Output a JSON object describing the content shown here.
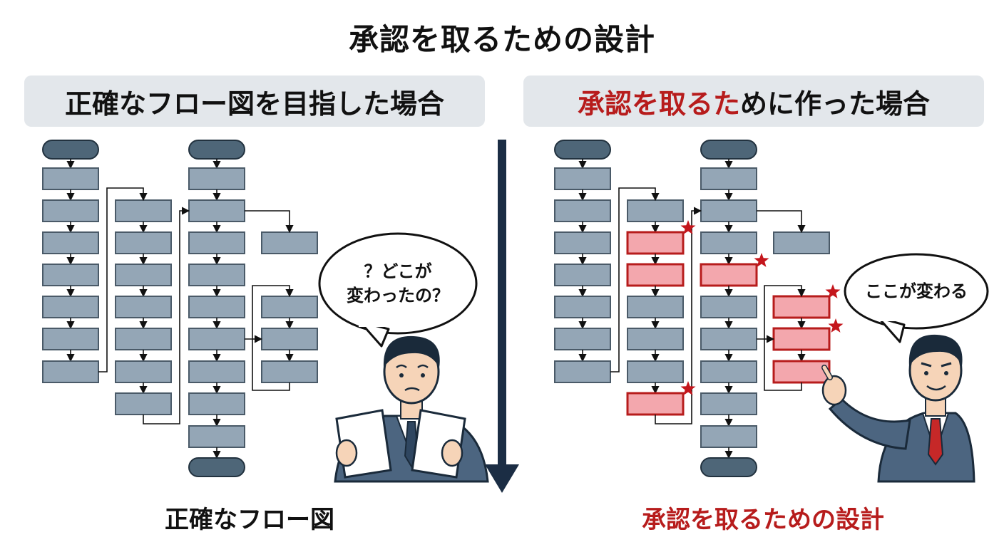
{
  "title": "承認を取るための設計",
  "left_panel": {
    "header": "正確なフロー図を目指した場合",
    "caption": "正確なフロー図",
    "speech": {
      "line1": "？どこが",
      "line2": "変わったの？"
    }
  },
  "right_panel": {
    "header_highlight": "承認を取るた",
    "header_rest": "めに作った場合",
    "caption": "承認を取るための設計",
    "speech": "ここが変わる"
  },
  "colors": {
    "box_fill": "#94a6b6",
    "box_stroke": "#4a5a68",
    "terminal_fill": "#4e6678",
    "highlight_fill": "#f3a7ad",
    "highlight_stroke": "#b71c1c",
    "star": "#c4161c",
    "arrow_main": "#1b2d44",
    "accent_text": "#b71c1c"
  }
}
